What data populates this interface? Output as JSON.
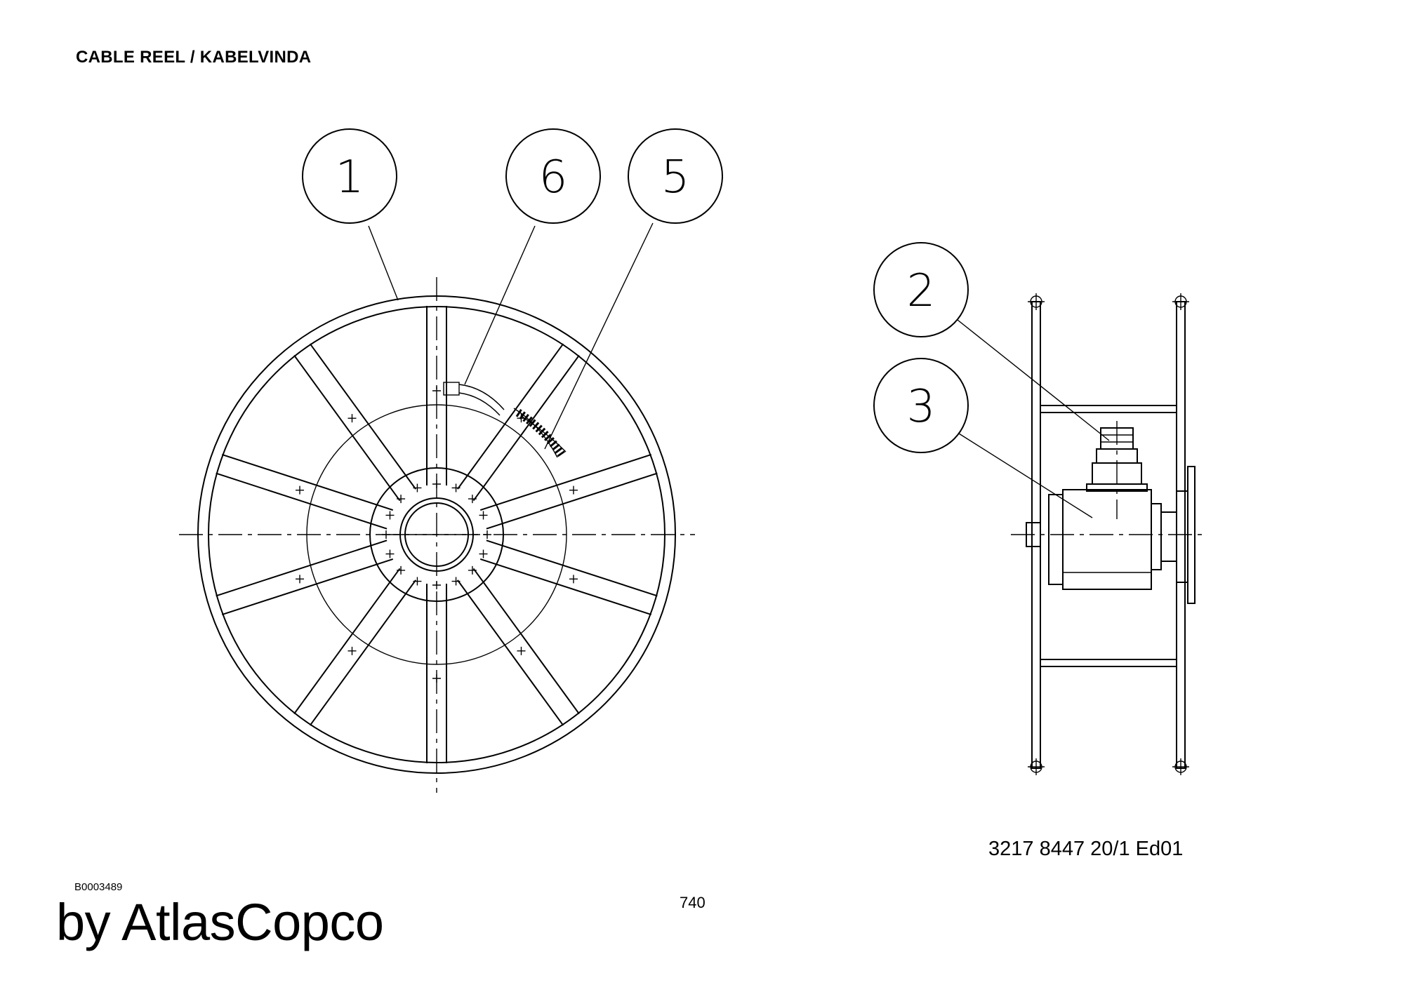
{
  "header": {
    "title": "CABLE REEL / KABELVINDA"
  },
  "callouts": [
    {
      "id": "1",
      "label": "1",
      "part": "reel-rim"
    },
    {
      "id": "6",
      "label": "6",
      "part": "cable-clamp"
    },
    {
      "id": "5",
      "label": "5",
      "part": "cable-hose"
    },
    {
      "id": "2",
      "label": "2",
      "part": "motor"
    },
    {
      "id": "3",
      "label": "3",
      "part": "gearbox"
    }
  ],
  "footer": {
    "doc_number": "3217 8447 20/1  Ed01",
    "image_code": "B0003489",
    "page_number": "740",
    "brand": "by AtlasCopco"
  },
  "colors": {
    "ink": "#000000",
    "paper": "#ffffff"
  }
}
